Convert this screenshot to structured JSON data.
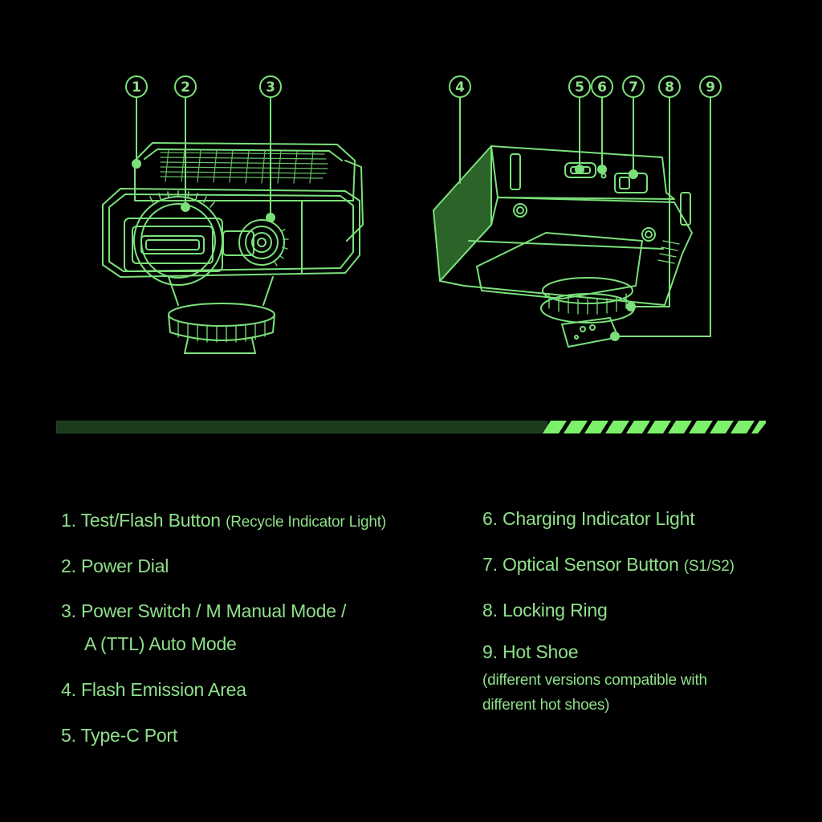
{
  "colors": {
    "background": "#000000",
    "line_art": "#7be07a",
    "text": "#8fe08a",
    "bar_dark": "#1c3a1c",
    "bar_stripe": "#7cf06a"
  },
  "callouts": {
    "front_view": [
      {
        "id": "1",
        "label": "①"
      },
      {
        "id": "2",
        "label": "②"
      },
      {
        "id": "3",
        "label": "③"
      }
    ],
    "rear_view": [
      {
        "id": "4",
        "label": "④"
      },
      {
        "id": "5",
        "label": "⑤"
      },
      {
        "id": "6",
        "label": "⑥"
      },
      {
        "id": "7",
        "label": "⑦"
      },
      {
        "id": "8",
        "label": "⑧"
      },
      {
        "id": "9",
        "label": "⑨"
      }
    ]
  },
  "divider": {
    "stripe_count": 11
  },
  "legend": {
    "left": [
      {
        "num": "1.",
        "text": "Test/Flash Button",
        "note": "(Recycle Indicator Light)"
      },
      {
        "num": "2.",
        "text": "Power Dial"
      },
      {
        "num": "3.",
        "text": "Power Switch / M Manual Mode /",
        "continuation": "A (TTL) Auto Mode"
      },
      {
        "num": "4.",
        "text": "Flash Emission Area"
      },
      {
        "num": "5.",
        "text": "Type-C Port"
      }
    ],
    "right": [
      {
        "num": "6.",
        "text": "Charging Indicator Light"
      },
      {
        "num": "7.",
        "text": "Optical Sensor Button",
        "note": "(S1/S2)"
      },
      {
        "num": "8.",
        "text": "Locking Ring"
      },
      {
        "num": "9.",
        "text": "Hot Shoe",
        "subnote": "(different versions compatible with different hot shoes)"
      }
    ]
  }
}
